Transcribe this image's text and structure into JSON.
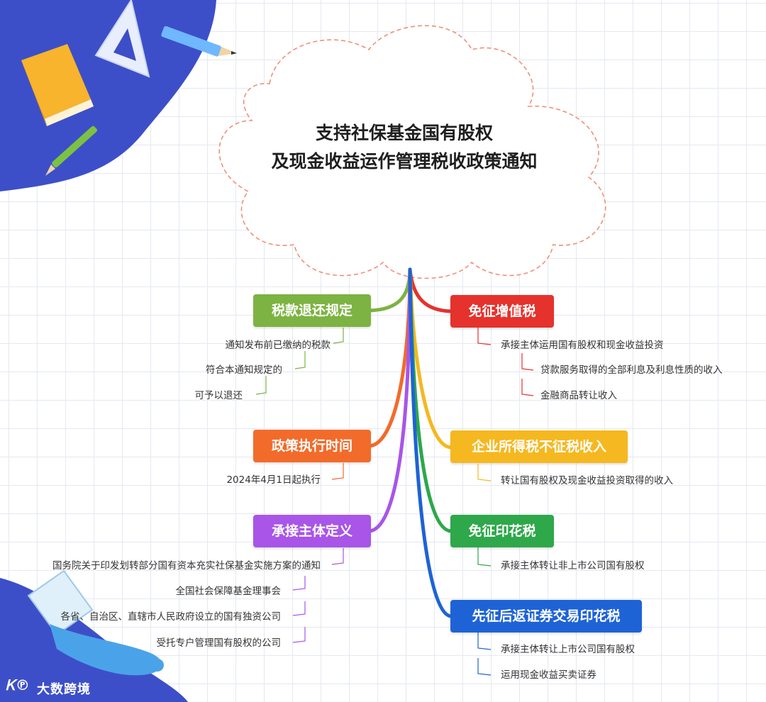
{
  "title": {
    "line1": "支持社保基金国有股权",
    "line2": "及现金收益运作管理税收政策通知"
  },
  "branches": {
    "refund": {
      "label": "税款退还规定",
      "color": "#7db342",
      "items": [
        "通知发布前已缴纳的税款",
        "符合本通知规定的",
        "可予以退还"
      ]
    },
    "time": {
      "label": "政策执行时间",
      "color": "#f26b2a",
      "items": [
        "2024年4月1日起执行"
      ]
    },
    "entity": {
      "label": "承接主体定义",
      "color": "#a855e8",
      "items": [
        "国务院关于印发划转部分国有资本充实社保基金实施方案的通知",
        "全国社会保障基金理事会",
        "各省、自治区、直辖市人民政府设立的国有独资公司",
        "受托专户管理国有股权的公司"
      ]
    },
    "vat": {
      "label": "免征增值税",
      "color": "#e5322d",
      "item": "承接主体运用国有股权和现金收益投资",
      "subitems": [
        "贷款服务取得的全部利息及利息性质的收入",
        "金融商品转让收入"
      ]
    },
    "cit": {
      "label": "企业所得税不征税收入",
      "color": "#f5b820",
      "items": [
        "转让国有股权及现金收益投资取得的收入"
      ]
    },
    "stamp": {
      "label": "免征印花税",
      "color": "#2ea84a",
      "items": [
        "承接主体转让非上市公司国有股权"
      ]
    },
    "refund_stamp": {
      "label": "先征后返证券交易印花税",
      "color": "#1e63d6",
      "items": [
        "承接主体转让上市公司国有股权",
        "运用现金收益买卖证券"
      ]
    }
  },
  "brand": {
    "logo": "Ꮶ℗",
    "name": "大数跨境"
  }
}
